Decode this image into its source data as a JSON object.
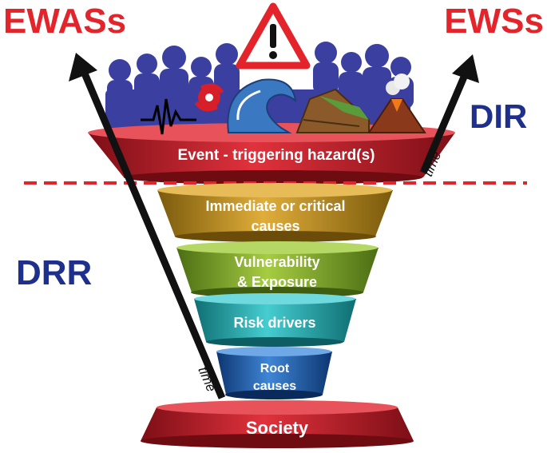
{
  "corner_labels": {
    "top_left": "EWASs",
    "top_right": "EWSs",
    "right": "DIR",
    "left": "DRR"
  },
  "arrow_labels": {
    "left": "time",
    "right": "time"
  },
  "levels": [
    {
      "label_lines": [
        "Event - triggering hazard(s)"
      ],
      "color": "#c8202c"
    },
    {
      "label_lines": [
        "Immediate or critical",
        "causes"
      ],
      "color": "#c49420"
    },
    {
      "label_lines": [
        "Vulnerability",
        "& Exposure"
      ],
      "color": "#86b22e"
    },
    {
      "label_lines": [
        "Risk drivers"
      ],
      "color": "#28b0b4"
    },
    {
      "label_lines": [
        "Root",
        "causes"
      ],
      "color": "#1e5ca8"
    }
  ],
  "base": {
    "label": "Society",
    "color": "#c8202c"
  },
  "colors": {
    "title_red": "#e3242b",
    "dir_blue": "#1f2f8c",
    "crowd": "#3b3fa0",
    "dashed_line": "#e3242b",
    "arrow": "#111111"
  },
  "icons": [
    "warning-icon",
    "crowd-icon",
    "seismogram-icon",
    "cyclone-icon",
    "tsunami-wave-icon",
    "landslide-icon",
    "volcano-icon"
  ]
}
